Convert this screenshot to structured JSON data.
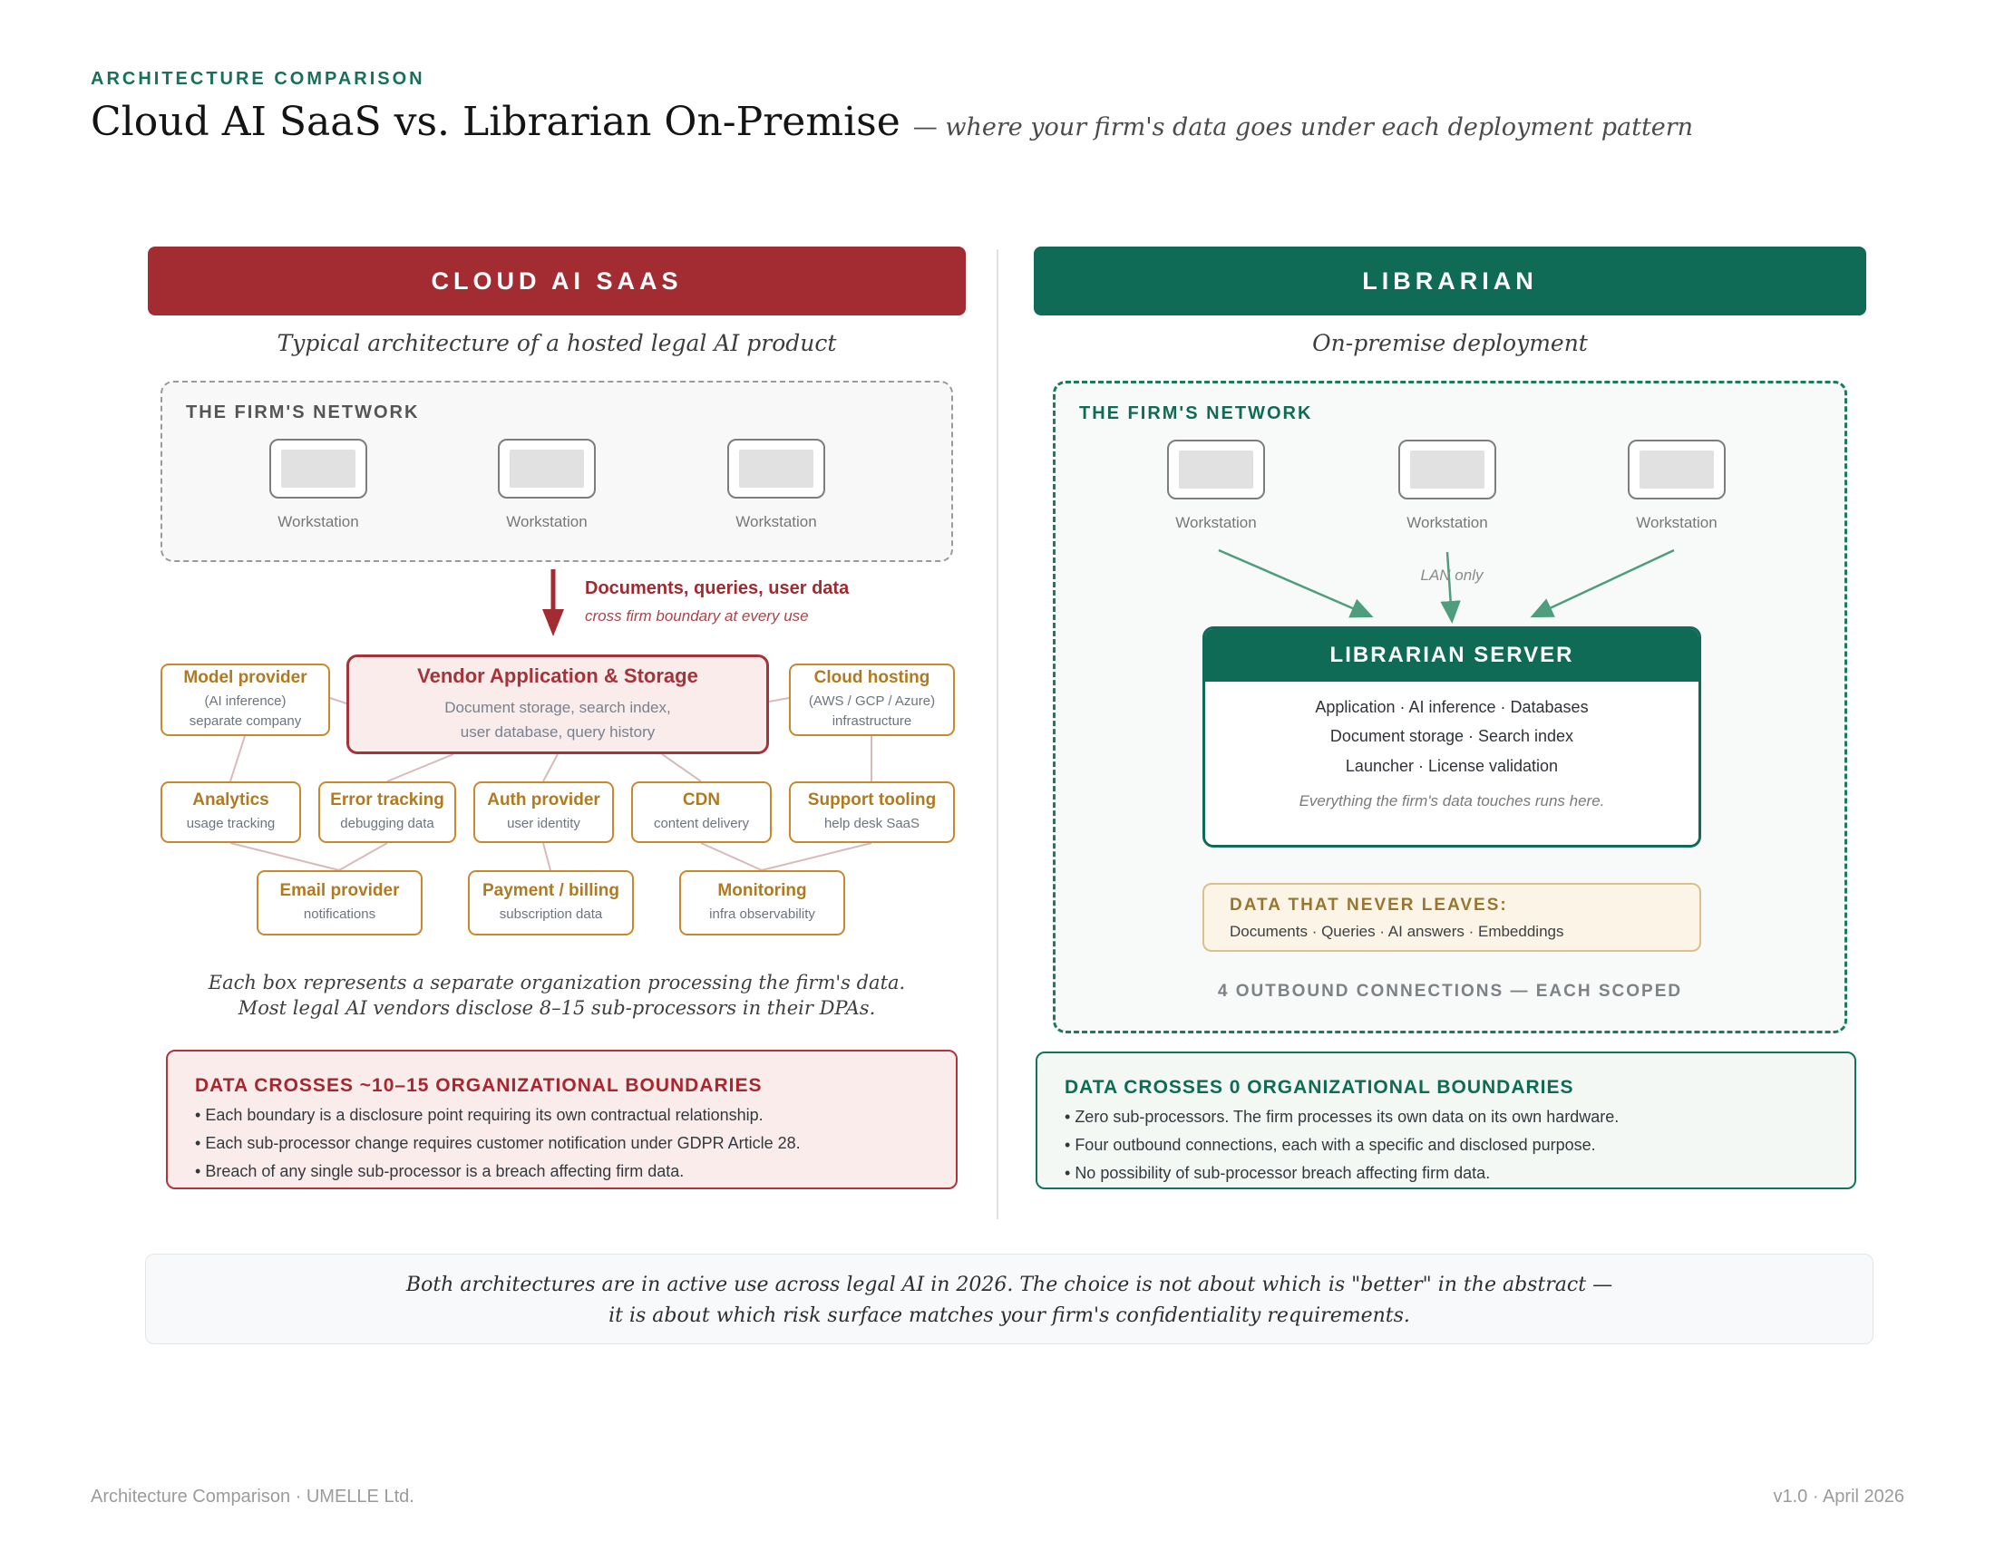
{
  "header": {
    "eyebrow": "ARCHITECTURE COMPARISON",
    "title": "Cloud AI SaaS vs. Librarian On-Premise",
    "subtitle": "— where your firm's data goes under each deployment pattern"
  },
  "left": {
    "banner": "CLOUD AI SAAS",
    "tagline": "Typical architecture of a hosted legal AI product",
    "network_label": "THE FIRM'S NETWORK",
    "workstations": [
      "Workstation",
      "Workstation",
      "Workstation"
    ],
    "arrow": {
      "label": "Documents, queries, user data",
      "sublabel": "cross firm boundary at every use"
    },
    "nodes": {
      "model_provider": {
        "title": "Model provider",
        "line1": "(AI inference)",
        "line2": "separate company"
      },
      "vendor": {
        "title": "Vendor Application & Storage",
        "line1": "Document storage, search index,",
        "line2": "user database, query history"
      },
      "cloud_hosting": {
        "title": "Cloud hosting",
        "line1": "(AWS / GCP / Azure)",
        "line2": "infrastructure"
      },
      "analytics": {
        "title": "Analytics",
        "sub": "usage tracking"
      },
      "error_tracking": {
        "title": "Error tracking",
        "sub": "debugging data"
      },
      "auth_provider": {
        "title": "Auth provider",
        "sub": "user identity"
      },
      "cdn": {
        "title": "CDN",
        "sub": "content delivery"
      },
      "support_tooling": {
        "title": "Support tooling",
        "sub": "help desk SaaS"
      },
      "email_provider": {
        "title": "Email provider",
        "sub": "notifications"
      },
      "payment_billing": {
        "title": "Payment / billing",
        "sub": "subscription data"
      },
      "monitoring": {
        "title": "Monitoring",
        "sub": "infra observability"
      }
    },
    "caption_line1": "Each box represents a separate organization processing the firm's data.",
    "caption_line2": "Most legal AI vendors disclose 8–15 sub-processors in their DPAs.",
    "summary": {
      "title": "DATA CROSSES ~10–15 ORGANIZATIONAL BOUNDARIES",
      "bullets": [
        "Each boundary is a disclosure point requiring its own contractual relationship.",
        "Each sub-processor change requires customer notification under GDPR Article 28.",
        "Breach of any single sub-processor is a breach affecting firm data."
      ]
    }
  },
  "right": {
    "banner": "LIBRARIAN",
    "tagline": "On-premise deployment",
    "network_label": "THE FIRM'S NETWORK",
    "workstations": [
      "Workstation",
      "Workstation",
      "Workstation"
    ],
    "lan_label": "LAN only",
    "server": {
      "title": "LIBRARIAN SERVER",
      "lines": [
        "Application · AI inference · Databases",
        "Document storage · Search index",
        "Launcher · License validation"
      ],
      "note": "Everything the firm's data touches runs here."
    },
    "never_leaves": {
      "title": "DATA THAT NEVER LEAVES:",
      "items": "Documents · Queries · AI answers · Embeddings"
    },
    "outbound_label": "4 OUTBOUND CONNECTIONS — EACH SCOPED",
    "summary": {
      "title": "DATA CROSSES 0 ORGANIZATIONAL BOUNDARIES",
      "bullets": [
        "Zero sub-processors. The firm processes its own data on its own hardware.",
        "Four outbound connections, each with a specific and disclosed purpose.",
        "No possibility of sub-processor breach affecting firm data."
      ]
    }
  },
  "bottom_note": {
    "line1": "Both architectures are in active use across legal AI in 2026. The choice is not about which is \"better\" in the abstract —",
    "line2": "it is about which risk surface matches your firm's confidentiality requirements."
  },
  "footer": {
    "left": "Architecture Comparison · UMELLE Ltd.",
    "right": "v1.0 · April 2026"
  },
  "colors": {
    "brand_red": "#A32C32",
    "brand_green": "#0F6B55",
    "eyebrow_green": "#17705A",
    "node_accent_orange": "#B07A20",
    "node_border_orange": "#C9882E",
    "vendor_box_bg": "#FAECEB",
    "never_leaves_bg": "#FCF5E7",
    "never_leaves_accent": "#97762F",
    "connector_pink": "#D9B9B9",
    "lan_arrow_green": "#4E9D7C"
  }
}
